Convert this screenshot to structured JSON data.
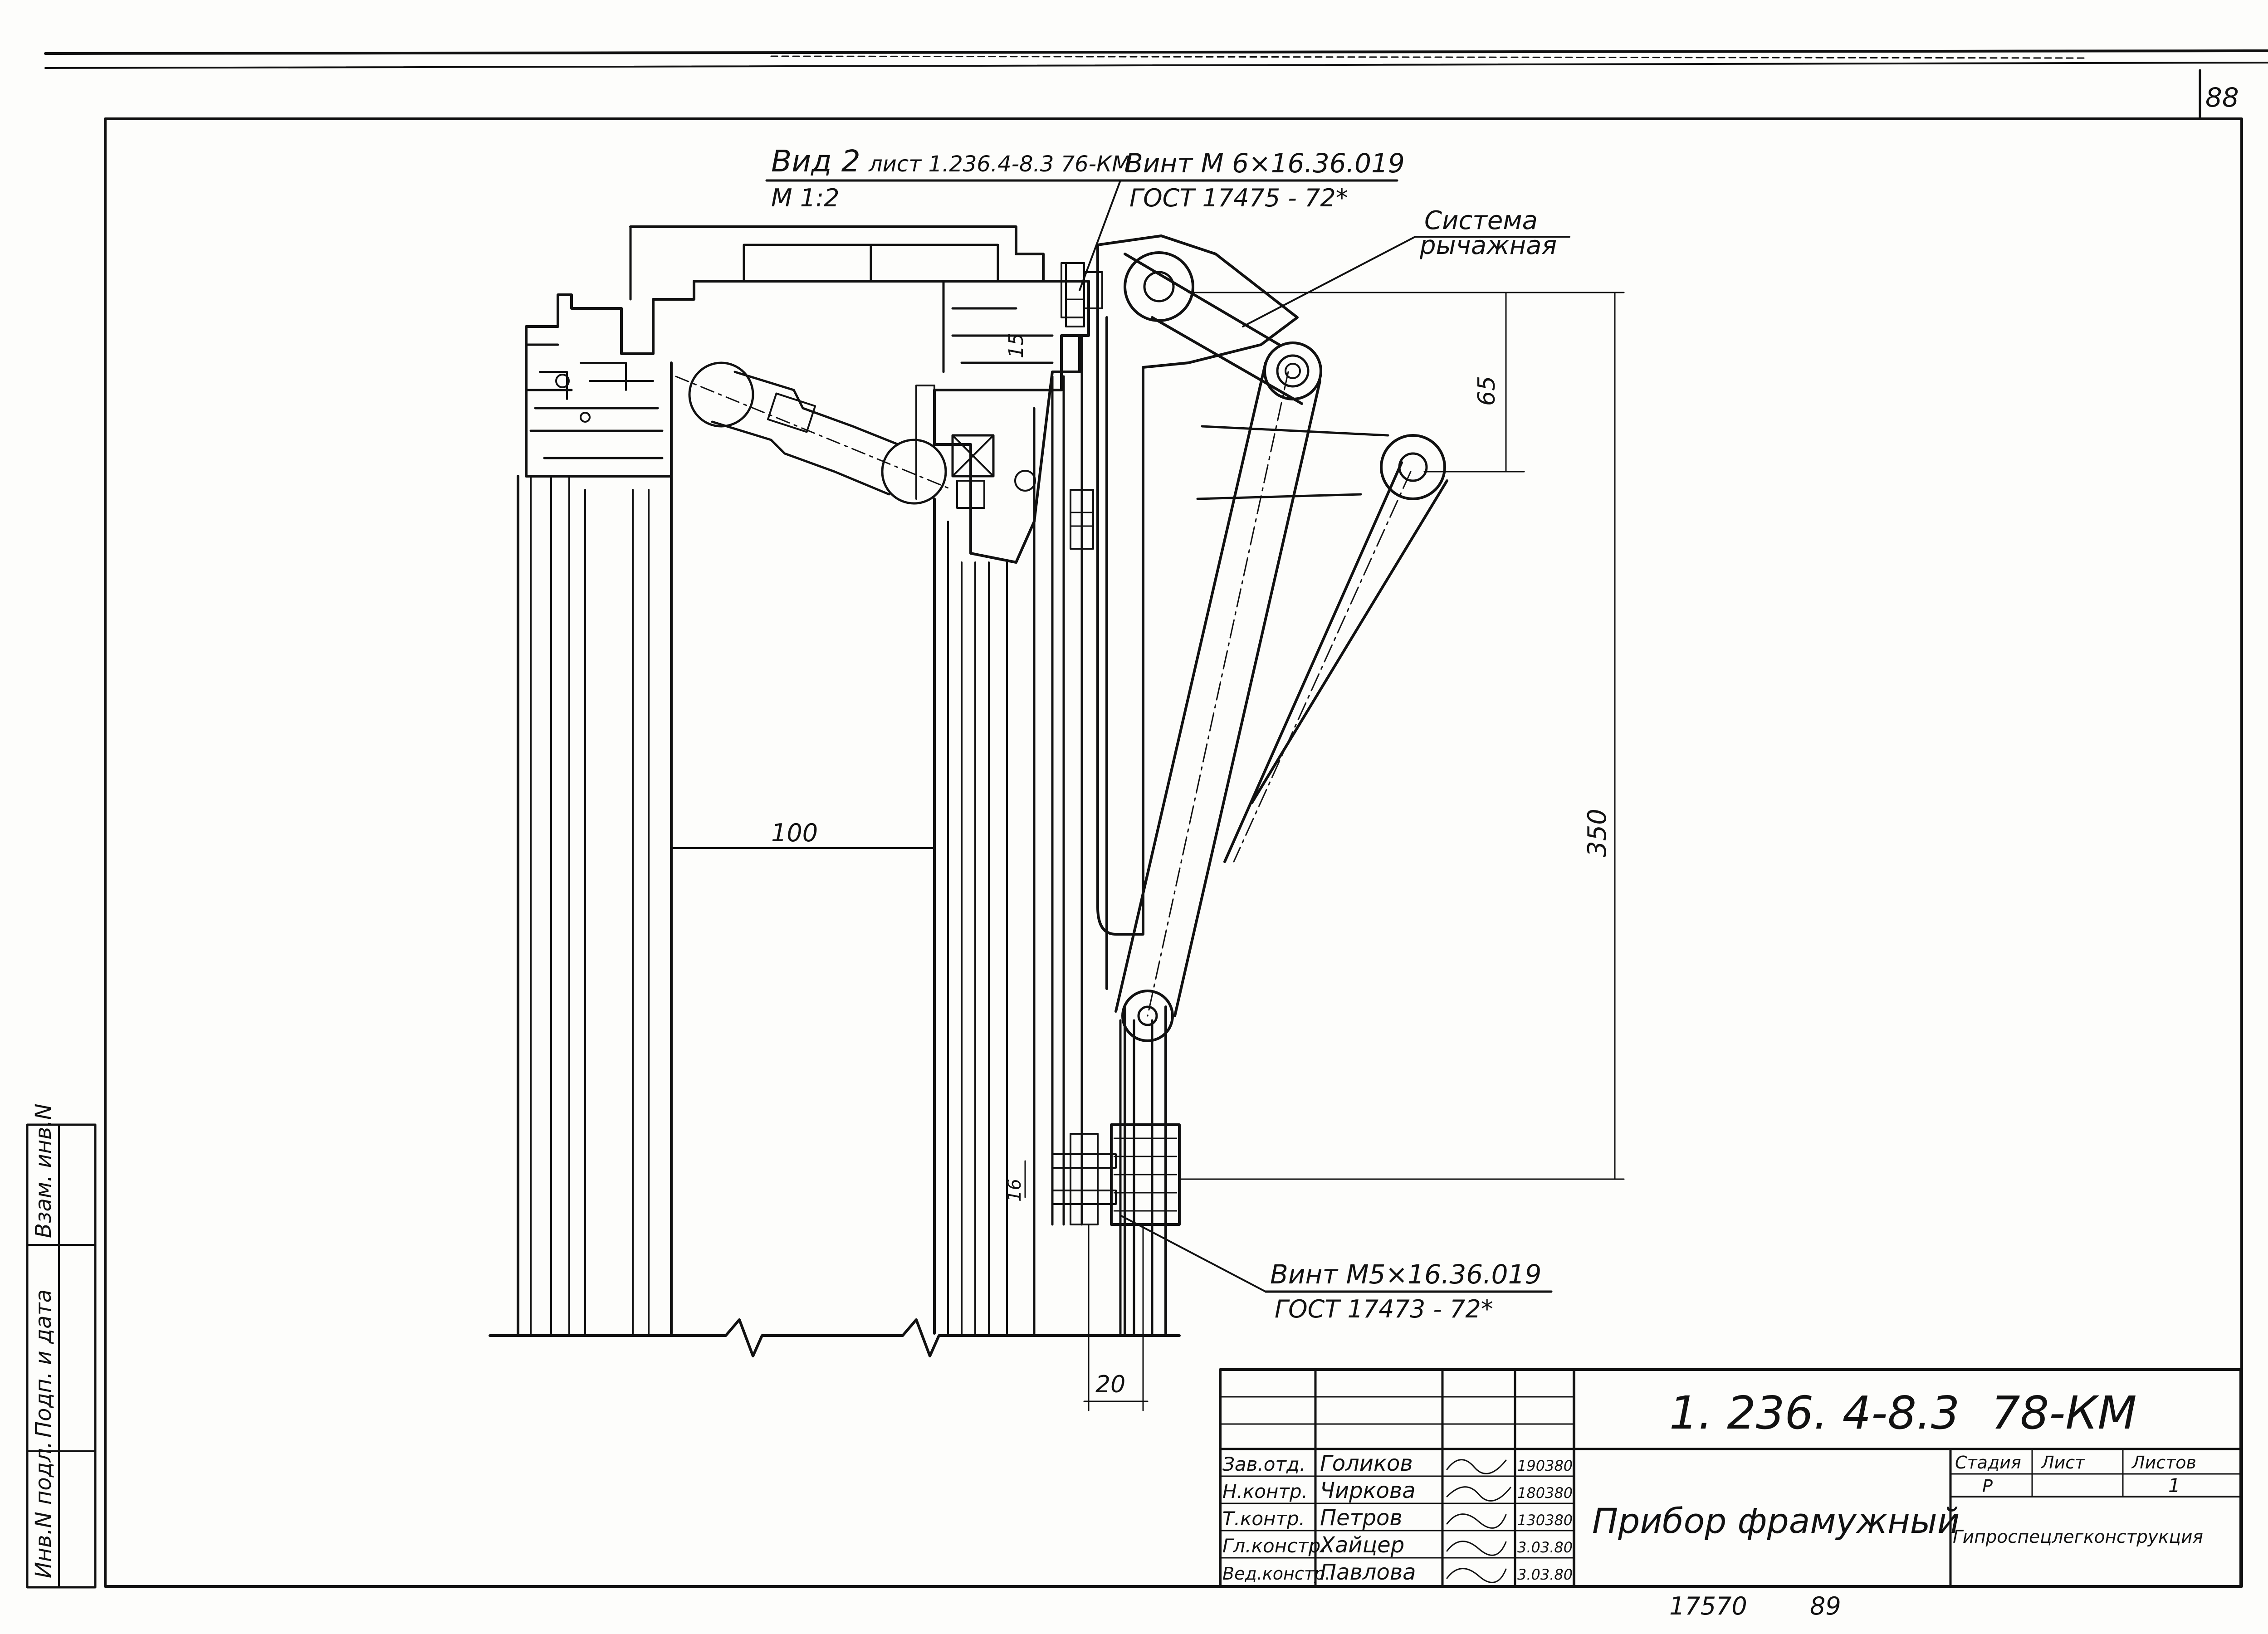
{
  "sheet": {
    "corner_number": "88"
  },
  "view": {
    "title": "Вид 2",
    "reference": "лист 1.236.4-8.3 76-КМ",
    "scale": "М 1:2"
  },
  "callouts": {
    "screw_top": {
      "line1": "Винт М 6×16.36.019",
      "line2": "ГОСТ 17475 - 72*"
    },
    "lever_system": {
      "line1": "Система",
      "line2": "рычажная"
    },
    "screw_bottom": {
      "line1": "Винт М5×16.36.019",
      "line2": "ГОСТ 17473 - 72*"
    }
  },
  "dimensions": {
    "d65": "65",
    "d350": "350",
    "d100": "100",
    "d15_top": "15",
    "d16": "16",
    "d20": "20"
  },
  "side_stamp": {
    "cells": [
      "Инв.N подл.",
      "Подп. и дата",
      "Взам. инв.N"
    ]
  },
  "title_block": {
    "designation": "1. 236. 4-8.3",
    "code": "78-КМ",
    "name": "Прибор фрамужный",
    "headers": {
      "stage": "Стадия",
      "sheet": "Лист",
      "sheets": "Листов"
    },
    "values": {
      "stage": "Р",
      "sheet": "",
      "sheets": "1"
    },
    "organization": "Гипроспецлегконструкция",
    "signatures": [
      {
        "role": "Зав.отд.",
        "name": "Голиков",
        "date": "190380"
      },
      {
        "role": "Н.контр.",
        "name": "Чиркова",
        "date": "180380"
      },
      {
        "role": "Т.контр.",
        "name": "Петров",
        "date": "130380"
      },
      {
        "role": "Гл.констр.",
        "name": "Хайцер",
        "date": "3.03.80"
      },
      {
        "role": "Вед.констр.",
        "name": "Павлова",
        "date": "3.03.80"
      }
    ]
  },
  "footer": {
    "inventory": "17570",
    "page": "89"
  }
}
